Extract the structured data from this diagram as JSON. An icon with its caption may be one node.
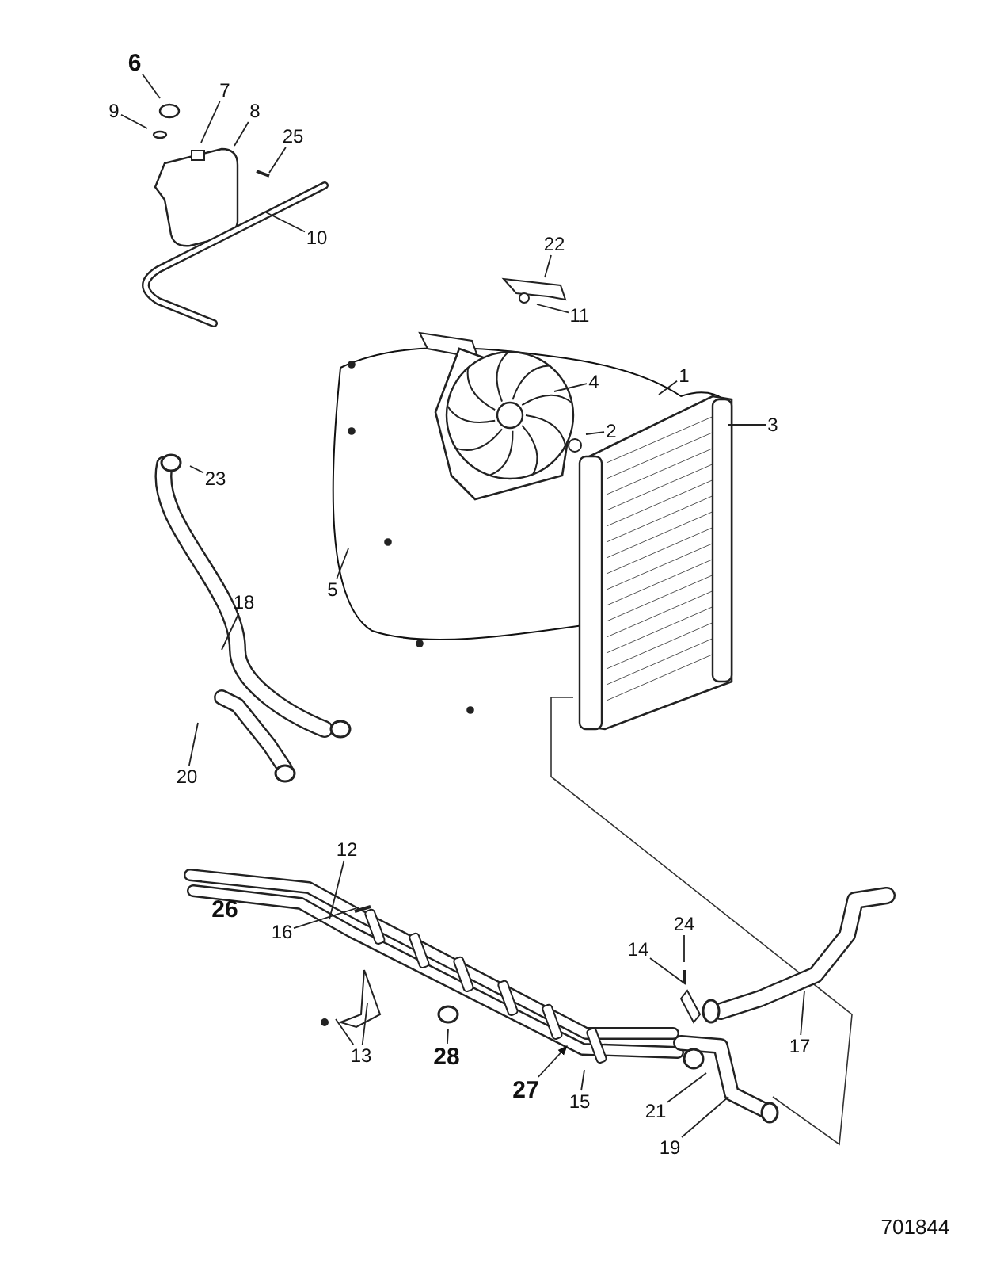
{
  "diagram": {
    "nodes": [
      {
        "text": [
          "6"
        ]
      },
      {
        "text": [
          "7"
        ]
      },
      {
        "text": [
          "8"
        ]
      },
      {
        "text": [
          "9"
        ]
      },
      {
        "text": [
          "25"
        ]
      },
      {
        "text": [
          "10"
        ]
      },
      {
        "text": [
          "22"
        ]
      },
      {
        "text": [
          "11"
        ]
      },
      {
        "text": [
          "1"
        ]
      },
      {
        "text": [
          "4"
        ]
      },
      {
        "text": [
          "2"
        ]
      },
      {
        "text": [
          "3"
        ]
      },
      {
        "text": [
          "23"
        ]
      },
      {
        "text": [
          "5"
        ]
      },
      {
        "text": [
          "18"
        ]
      },
      {
        "text": [
          "20"
        ]
      },
      {
        "text": [
          "12"
        ]
      },
      {
        "text": [
          "16"
        ]
      },
      {
        "text": [
          "24"
        ]
      },
      {
        "text": [
          "14"
        ]
      },
      {
        "text": [
          "13"
        ]
      },
      {
        "text": [
          "28"
        ]
      },
      {
        "text": [
          "17"
        ]
      },
      {
        "text": [
          "27"
        ]
      },
      {
        "text": [
          "15"
        ]
      },
      {
        "text": [
          "21"
        ]
      },
      {
        "text": [
          "19"
        ]
      }
    ],
    "edges": [
      {
        "from": 0,
        "to": null,
        "arrow": "none"
      },
      {
        "from": 1,
        "to": null,
        "arrow": "none"
      },
      {
        "from": 2,
        "to": null,
        "arrow": "none"
      },
      {
        "from": 3,
        "to": null,
        "arrow": "none"
      },
      {
        "from": 4,
        "to": null,
        "arrow": "none"
      },
      {
        "from": 5,
        "to": null,
        "arrow": "none"
      },
      {
        "from": 6,
        "to": null,
        "arrow": "none"
      },
      {
        "from": 7,
        "to": null,
        "arrow": "none"
      },
      {
        "from": 8,
        "to": null,
        "arrow": "none"
      },
      {
        "from": 9,
        "to": null,
        "arrow": "none"
      },
      {
        "from": 10,
        "to": null,
        "arrow": "none"
      },
      {
        "from": 11,
        "to": null,
        "arrow": "none"
      },
      {
        "from": 12,
        "to": null,
        "arrow": "none"
      },
      {
        "from": 13,
        "to": null,
        "arrow": "none"
      },
      {
        "from": 14,
        "to": null,
        "arrow": "none"
      },
      {
        "from": 15,
        "to": null,
        "arrow": "none"
      },
      {
        "from": 16,
        "to": null,
        "arrow": "none"
      },
      {
        "from": 17,
        "to": null,
        "arrow": "none"
      },
      {
        "from": 18,
        "to": null,
        "arrow": "none"
      },
      {
        "from": 19,
        "to": null,
        "arrow": "none"
      },
      {
        "from": 20,
        "to": null,
        "arrow": "none"
      },
      {
        "from": 20,
        "to": null,
        "arrow": "none"
      },
      {
        "from": 21,
        "to": null,
        "arrow": "none"
      },
      {
        "from": 22,
        "to": null,
        "arrow": "none"
      },
      {
        "from": 23,
        "to": null,
        "arrow": "to"
      },
      {
        "from": 24,
        "to": null,
        "arrow": "none"
      },
      {
        "from": 25,
        "to": null,
        "arrow": "none"
      },
      {
        "from": 26,
        "to": null,
        "arrow": "none"
      }
    ],
    "labels": [
      "26",
      "701844"
    ]
  }
}
